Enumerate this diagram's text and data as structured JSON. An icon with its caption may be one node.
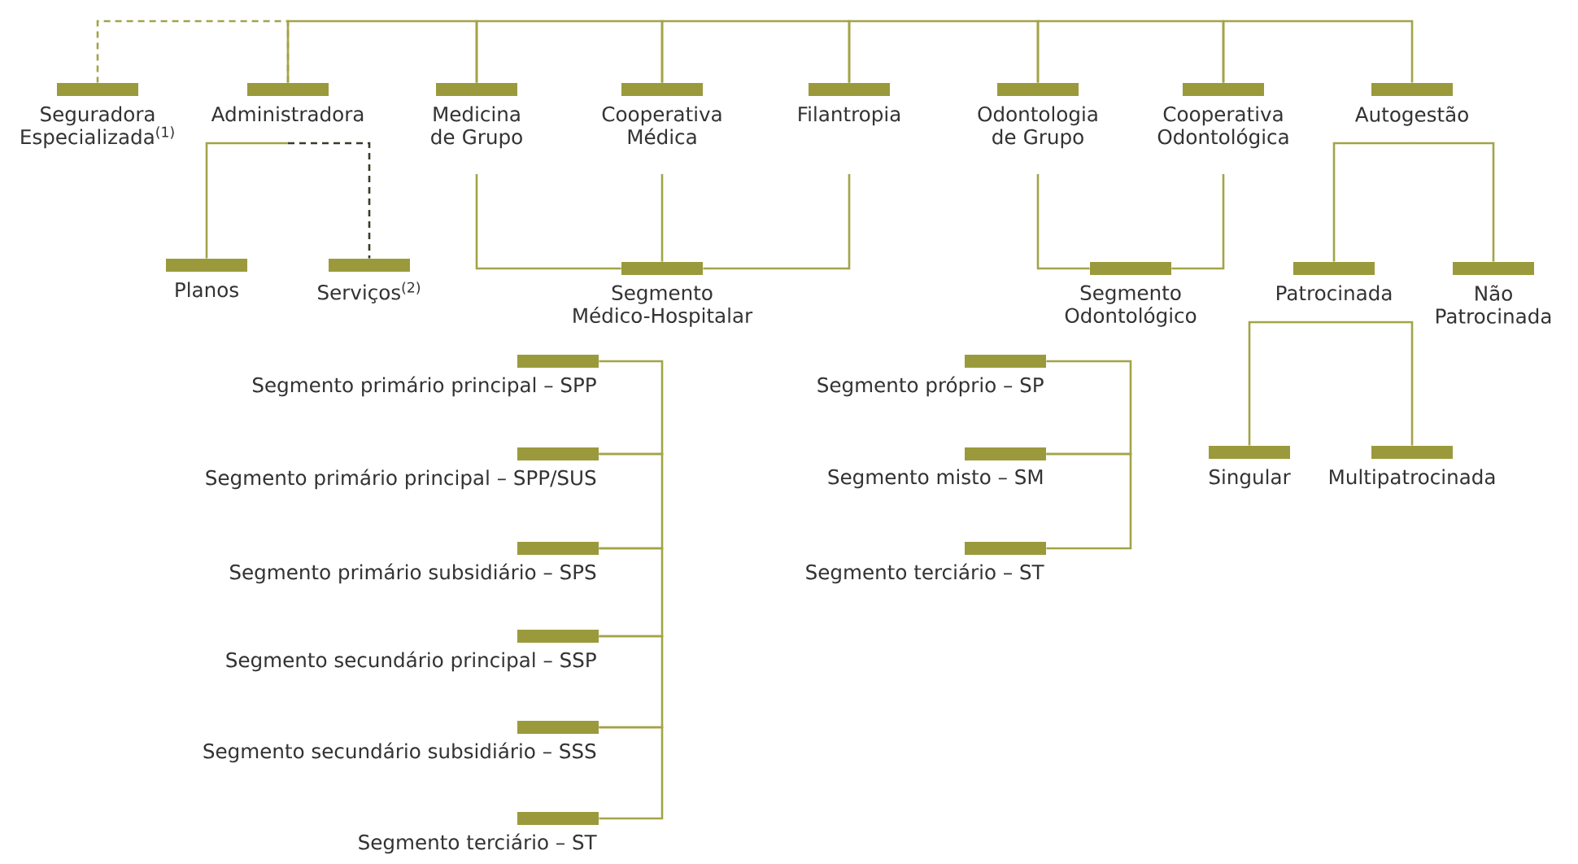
{
  "diagram": {
    "nodes": [
      {
        "text": [
          "Seguradora Especializada$^{(1)}$"
        ]
      },
      {
        "text": [
          "Administradora"
        ]
      },
      {
        "text": [
          "Medicina de Grupo"
        ]
      },
      {
        "text": [
          "Cooperativa Médica"
        ]
      },
      {
        "text": [
          "Filantropia"
        ]
      },
      {
        "text": [
          "Odontologia de Grupo"
        ]
      },
      {
        "text": [
          "Cooperativa Odontológica"
        ]
      },
      {
        "text": [
          "Autogestão"
        ]
      },
      {
        "text": [
          "Planos"
        ]
      },
      {
        "text": [
          "Serviços$^{(2)}$"
        ]
      },
      {
        "text": [
          "Segmento Médico-Hospitalar"
        ]
      },
      {
        "text": [
          "Segmento Odontológico"
        ]
      },
      {
        "text": [
          "Patrocinada"
        ]
      },
      {
        "text": [
          "Não Patrocinada"
        ]
      },
      {
        "text": [
          "Singular"
        ]
      },
      {
        "text": [
          "Multipatrocinada"
        ]
      },
      {
        "text": [
          "Segmento primário principal – SPP"
        ]
      },
      {
        "text": [
          "Segmento primário principal – SPP/SUS"
        ]
      },
      {
        "text": [
          "Segmento primário subsidiário – SPS"
        ]
      },
      {
        "text": [
          "Segmento secundário principal – SSP"
        ]
      },
      {
        "text": [
          "Segmento secundário subsidiário – SSS"
        ]
      },
      {
        "text": [
          "Segmento terciário – ST"
        ]
      },
      {
        "text": [
          "Segmento próprio – SP"
        ]
      },
      {
        "text": [
          "Segmento misto – SM"
        ]
      },
      {
        "text": [
          "Segmento terciário – ST"
        ]
      }
    ],
    "edges": [
      {
        "from": 1,
        "to": 0,
        "arrow": "none",
        "style": "dashed"
      },
      {
        "from": 1,
        "to": 2,
        "arrow": "none"
      },
      {
        "from": 2,
        "to": 3,
        "arrow": "none"
      },
      {
        "from": 3,
        "to": 4,
        "arrow": "none"
      },
      {
        "from": 4,
        "to": 5,
        "arrow": "none"
      },
      {
        "from": 5,
        "to": 6,
        "arrow": "none"
      },
      {
        "from": 6,
        "to": 7,
        "arrow": "none"
      },
      {
        "from": 1,
        "to": 8,
        "arrow": "none"
      },
      {
        "from": 1,
        "to": 9,
        "arrow": "none",
        "style": "dashed",
        "color": "#3a3a28"
      },
      {
        "from": 2,
        "to": 10,
        "arrow": "none"
      },
      {
        "from": 3,
        "to": 10,
        "arrow": "none"
      },
      {
        "from": 4,
        "to": 10,
        "arrow": "none"
      },
      {
        "from": 5,
        "to": 11,
        "arrow": "none"
      },
      {
        "from": 6,
        "to": 11,
        "arrow": "none"
      },
      {
        "from": 7,
        "to": 12,
        "arrow": "none"
      },
      {
        "from": 7,
        "to": 13,
        "arrow": "none"
      },
      {
        "from": 12,
        "to": 14,
        "arrow": "none"
      },
      {
        "from": 12,
        "to": 15,
        "arrow": "none"
      },
      {
        "from": 16,
        "to": 17,
        "arrow": "none"
      },
      {
        "from": 17,
        "to": 18,
        "arrow": "none"
      },
      {
        "from": 18,
        "to": 19,
        "arrow": "none"
      },
      {
        "from": 19,
        "to": 20,
        "arrow": "none"
      },
      {
        "from": 20,
        "to": 21,
        "arrow": "none"
      },
      {
        "from": 22,
        "to": 23,
        "arrow": "none"
      },
      {
        "from": 23,
        "to": 24,
        "arrow": "none"
      }
    ]
  }
}
